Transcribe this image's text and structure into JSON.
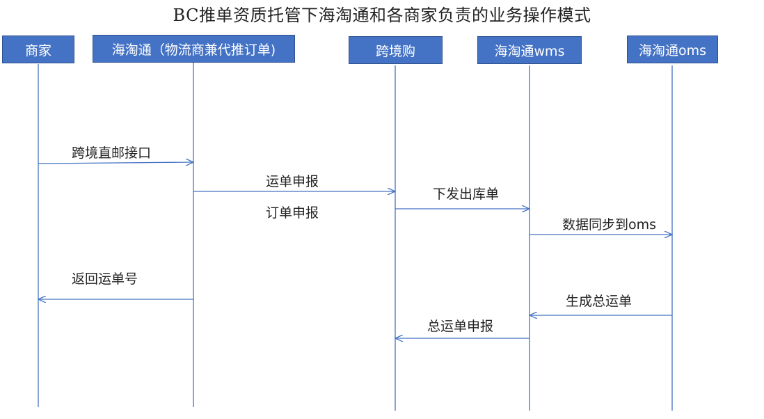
{
  "title": "BC推单资质托管下海淘通和各商家负责的业务操作模式",
  "actors": [
    {
      "id": "merchant",
      "label": "商家"
    },
    {
      "id": "htt",
      "label": "海淘通（物流商兼代推订单)"
    },
    {
      "id": "kjg",
      "label": "跨境购"
    },
    {
      "id": "wms",
      "label": "海淘通wms"
    },
    {
      "id": "oms",
      "label": "海淘通oms"
    }
  ],
  "messages": [
    {
      "label": "跨境直邮接口"
    },
    {
      "label": "运单申报"
    },
    {
      "label": "订单申报"
    },
    {
      "label": "下发出库单"
    },
    {
      "label": "数据同步到oms"
    },
    {
      "label": "返回运单号"
    },
    {
      "label": "生成总运单"
    },
    {
      "label": "总运单申报"
    }
  ],
  "colors": {
    "actor_fill": "#4472c4",
    "actor_text": "#ffffff",
    "line": "#4472c4"
  }
}
